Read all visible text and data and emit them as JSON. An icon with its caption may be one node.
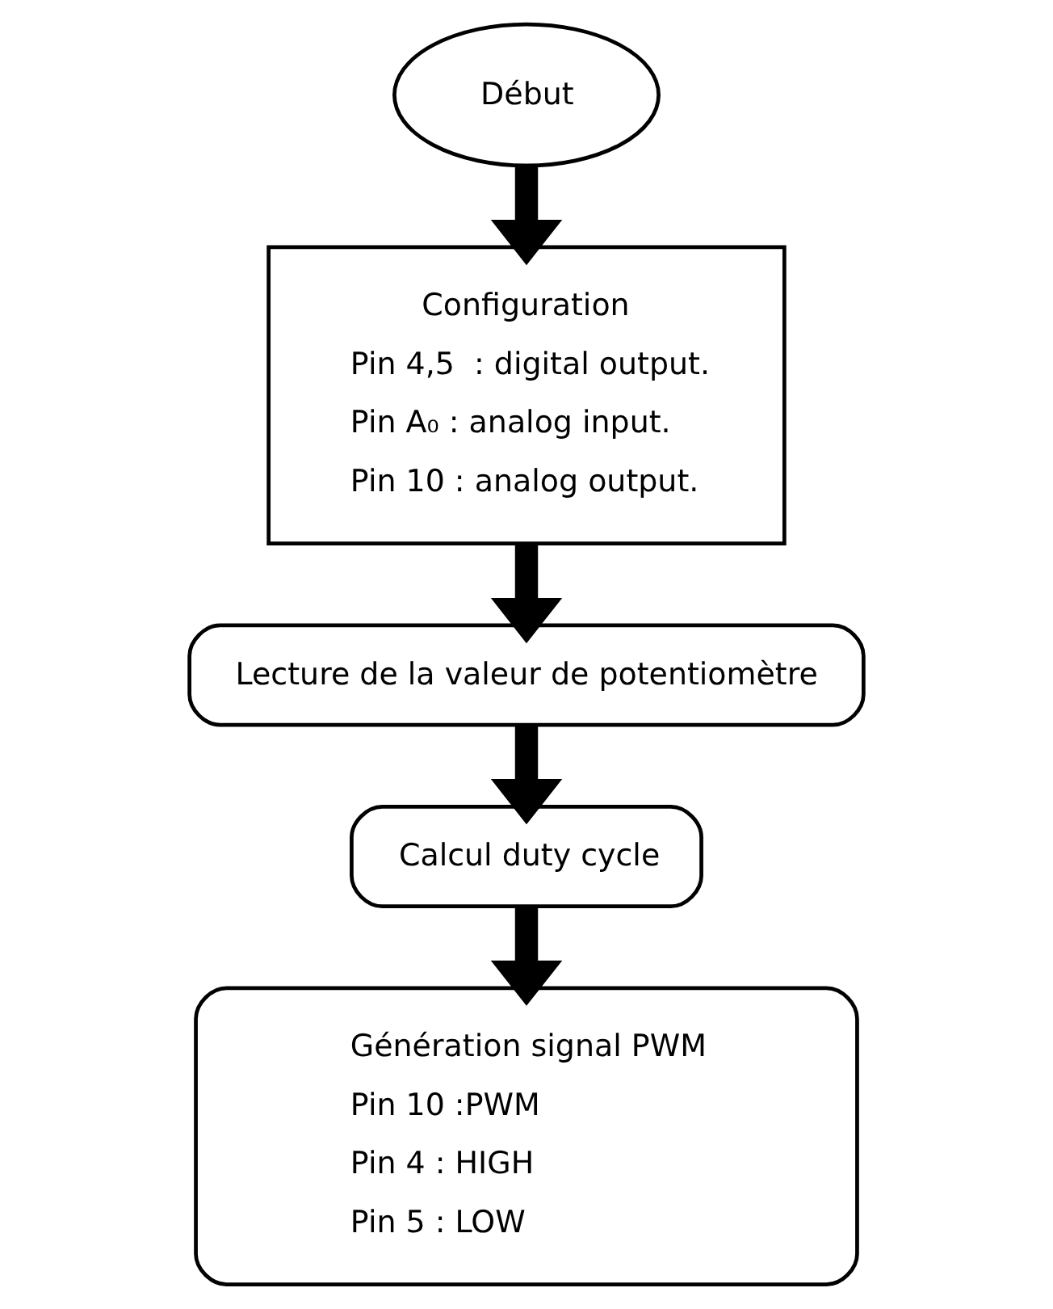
{
  "diagram": {
    "nodes": [
      {
        "text": [
          "Début"
        ]
      },
      {
        "text": [
          "Configuration",
          "Pin 4,5  : digital output.",
          "Pin A₀ : analog input.",
          "Pin 10 : analog output."
        ]
      },
      {
        "text": [
          "Lecture de la valeur de potentiomètre"
        ]
      },
      {
        "text": [
          "Calcul duty cycle"
        ]
      },
      {
        "text": [
          "Génération signal PWM",
          "Pin 10 :PWM",
          "Pin 4 : HIGH",
          "Pin 5 : LOW"
        ]
      }
    ],
    "edges": [
      {
        "from": 0,
        "to": 1,
        "arrow": "to"
      },
      {
        "from": 1,
        "to": 2,
        "arrow": "to"
      },
      {
        "from": 2,
        "to": 3,
        "arrow": "to"
      },
      {
        "from": 3,
        "to": 4,
        "arrow": "to"
      }
    ]
  }
}
